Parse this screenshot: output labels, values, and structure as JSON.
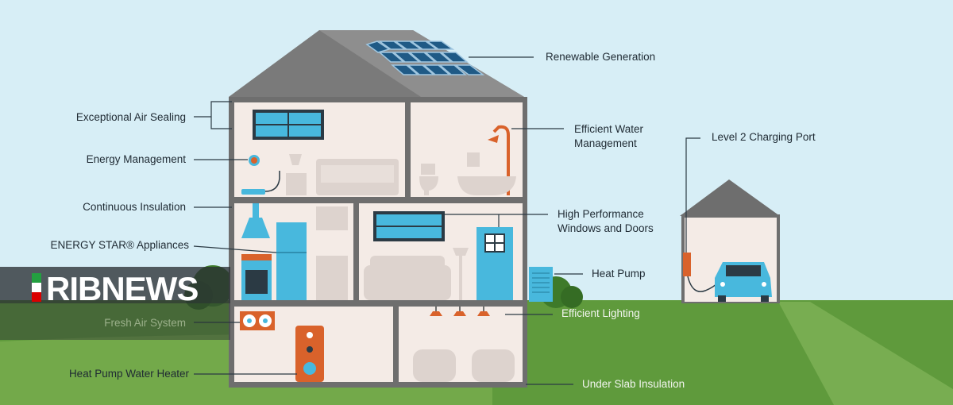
{
  "watermark": {
    "text": "RIBNEWS",
    "flag_colors": [
      "#239f40",
      "#ffffff",
      "#da0000"
    ]
  },
  "labels": {
    "renewable_generation": "Renewable Generation",
    "exceptional_air_sealing": "Exceptional Air Sealing",
    "energy_management": "Energy Management",
    "continuous_insulation": "Continuous Insulation",
    "energy_star_appliances": "ENERGY STAR® Appliances",
    "fresh_air_system": "Fresh Air System",
    "heat_pump_water_heater": "Heat Pump Water Heater",
    "efficient_water_management": "Efficient Water\nManagement",
    "level2_charging_port": "Level 2 Charging Port",
    "high_performance_windows": "High Performance\nWindows and Doors",
    "heat_pump": "Heat Pump",
    "efficient_lighting": "Efficient Lighting",
    "under_slab_insulation": "Under Slab Insulation"
  },
  "colors": {
    "sky": "#d7eef6",
    "grass": "#5f9a3c",
    "house_frame": "#6e6e6e",
    "roof": "#7a7a7a",
    "room_fill": "#f4ebe6",
    "furniture": "#ddd3ce",
    "accent_blue": "#48b8dd",
    "accent_orange": "#d9622b",
    "solar_panel": "#1f5a86"
  }
}
